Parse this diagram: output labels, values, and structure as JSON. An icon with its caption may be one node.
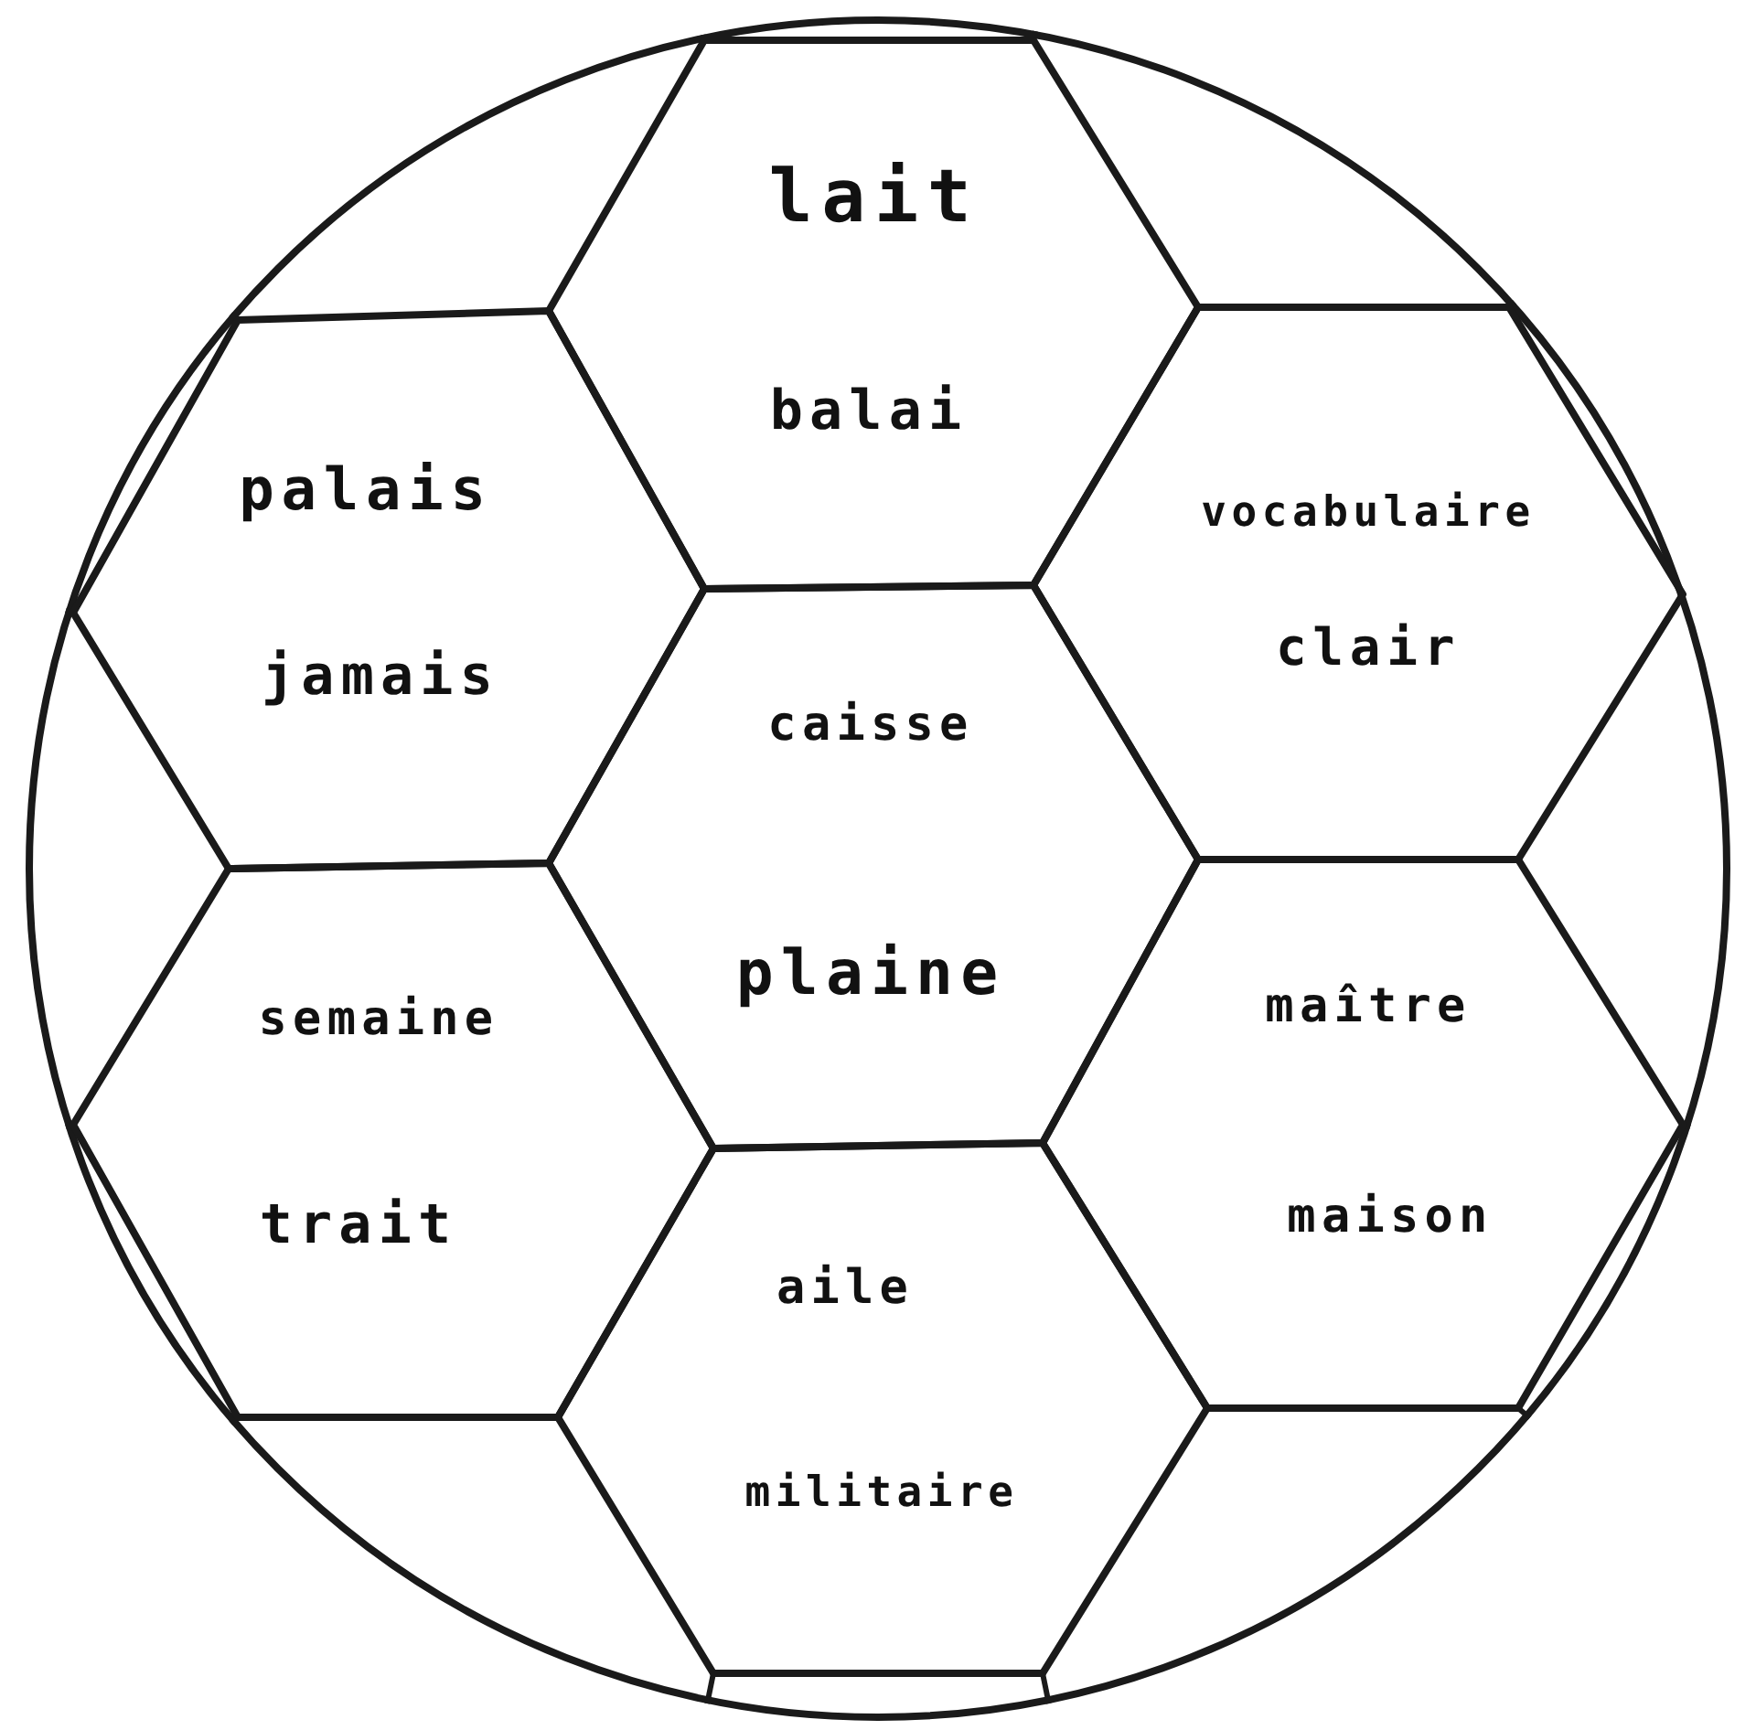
{
  "diagram": {
    "nodes": [
      {
        "text": [],
        "shape": "circle"
      },
      {
        "text": [
          "lait",
          "balai"
        ],
        "in": 0
      },
      {
        "text": [
          "palais",
          "jamais"
        ],
        "in": 0
      },
      {
        "text": [
          "vocabulaire",
          "clair"
        ],
        "in": 0
      },
      {
        "text": [
          "caisse",
          "plaine"
        ],
        "in": 0
      },
      {
        "text": [
          "semaine",
          "trait"
        ],
        "in": 0
      },
      {
        "text": [
          "maître",
          "maison"
        ],
        "in": 0
      },
      {
        "text": [
          "aile",
          "militaire"
        ],
        "in": 0
      }
    ]
  }
}
